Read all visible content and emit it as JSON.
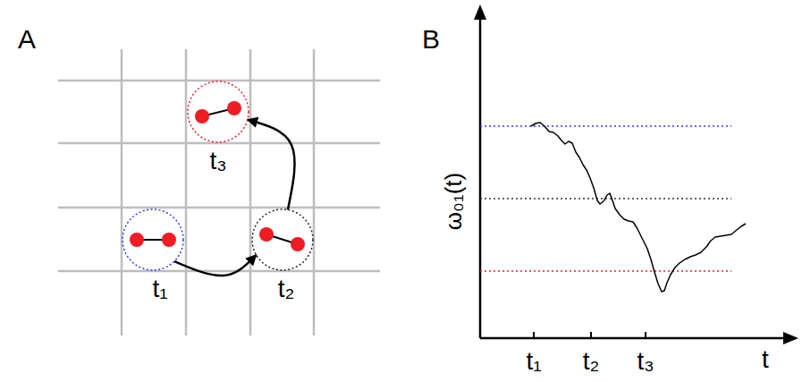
{
  "diagram": {
    "nodes": [
      {
        "text": [
          "t₁"
        ]
      },
      {
        "text": [
          "t₂"
        ]
      },
      {
        "text": [
          "t₃"
        ]
      }
    ],
    "edges": [
      {
        "from": 0,
        "to": 1,
        "arrow": "to"
      },
      {
        "from": 1,
        "to": 2,
        "arrow": "to"
      }
    ],
    "labels": [
      "A",
      "B",
      "ω₀₁(t)",
      "t₁",
      "t₂",
      "t₃",
      "t"
    ]
  }
}
